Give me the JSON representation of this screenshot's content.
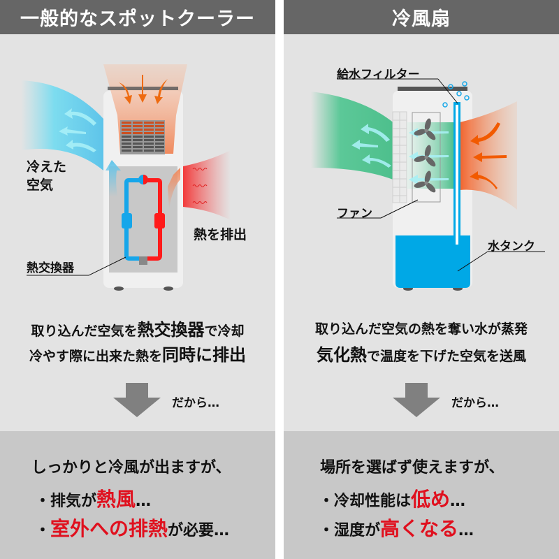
{
  "colors": {
    "header_bg": "#666666",
    "panel_bg": "#e3e3e3",
    "conclusion_bg": "#c8c8c8",
    "accent_red": "#e0101e",
    "cool_blue": "#4fc3e8",
    "cool_green": "#3fbf8f",
    "hot_orange": "#f05a14",
    "water_blue": "#00a8e6",
    "arrow_gray": "#808080"
  },
  "left": {
    "title": "一般的なスポットクーラー",
    "labels": {
      "cold_air": "冷えた",
      "cold_air_2": "空気",
      "exhaust_heat": "熱を排出",
      "heat_exchanger": "熱交換器"
    },
    "desc": {
      "line1_a": "取り込んだ空気を",
      "line1_bold": "熱交換器",
      "line1_b": "で冷却",
      "line2_a": "冷やす際に出来た熱を",
      "line2_bold": "同時に排出"
    },
    "therefore": "だから…",
    "conclusion": {
      "line1": "しっかりと冷風が出ますが、",
      "line2_bullet": "・排気が",
      "line2_red": "熱風",
      "line2_end": "…",
      "line3_bullet": "・",
      "line3_red": "室外への排熱",
      "line3_end": "が必要…"
    }
  },
  "right": {
    "title": "冷風扇",
    "labels": {
      "water_filter": "給水フィルター",
      "fan": "ファン",
      "water_tank": "水タンク"
    },
    "desc": {
      "line1": "取り込んだ空気の熱を奪い水が蒸発",
      "line2_bold": "気化熱",
      "line2_b": "で温度を下げた空気を送風"
    },
    "therefore": "だから…",
    "conclusion": {
      "line1": "場所を選ばず使えますが、",
      "line2_bullet": "・冷却性能は",
      "line2_red": "低め",
      "line2_end": "…",
      "line3_bullet": "・湿度が",
      "line3_red": "高くなる",
      "line3_end": "…"
    }
  }
}
